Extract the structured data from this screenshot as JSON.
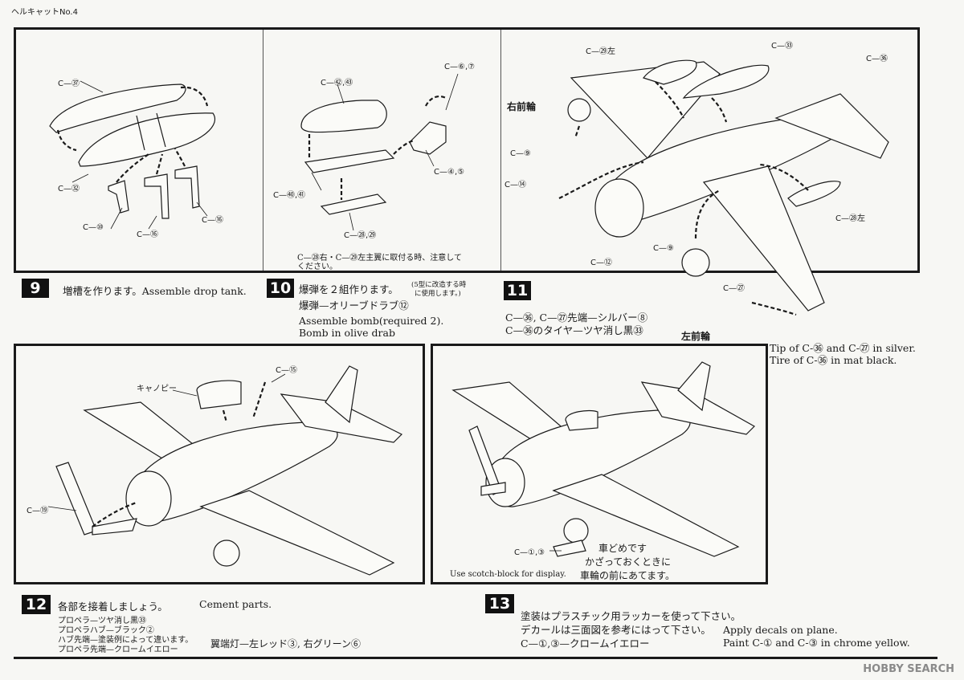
{
  "header": {
    "label": "ヘルキャットNo.4"
  },
  "step9": {
    "number": "9",
    "text": "増槽を作ります。Assemble drop tank.",
    "labels": [
      "C—㊲",
      "C—㉜",
      "C—⑩",
      "C—⑯",
      "C—⑯"
    ]
  },
  "step10": {
    "number": "10",
    "line1": "爆弾を２組作ります。",
    "note": [
      "(5型に改造する時",
      "に使用します。)"
    ],
    "line2": "爆弾—オリーブドラブ⑫",
    "line3": "Assemble bomb(required 2).",
    "line4": "Bomb in olive drab",
    "labels": [
      "C—㊷,㊸",
      "C—⑥,⑦",
      "C—④,⑤",
      "C—㊵,㊶",
      "C—㉘,㉙"
    ],
    "caution": [
      "C—㉘右・C—㉙左主翼に取付る時、注意して",
      "ください。"
    ]
  },
  "step11": {
    "number": "11",
    "line1": "C—㊱, C—㉗先端—シルバー⑧",
    "line2": "C—㊱のタイヤ—ツヤ消し黒㉝",
    "eng1": "Tip of C-㊱ and C-㉗ in silver.",
    "eng2": "Tire of C-㊱ in mat black.",
    "labels": [
      "C—㉙左",
      "C—㉝",
      "C—㊱",
      "右前輪",
      "C—⑨",
      "C—⑭",
      "C—㉘左",
      "C—⑨",
      "C—⑫",
      "C—㉗",
      "左前輪"
    ]
  },
  "step12": {
    "number": "12",
    "line1": "各部を接着しましょう。",
    "eng": "Cement parts.",
    "notes": [
      "プロペラ—ツヤ消し黒㉝",
      "プロペラハブ—ブラック②",
      "ハブ先端—塗装例によって違います。",
      "プロペラ先端—クロームイエロー"
    ],
    "wingtip": "翼端灯—左レッド③, 右グリーン⑥",
    "labels": [
      "キャノピー",
      "C—⑮",
      "C—⑲"
    ]
  },
  "step13": {
    "number": "13",
    "line1": "塗装はプラスチック用ラッカーを使って下さい。",
    "line2": "デカールは三面図を参考にはって下さい。",
    "line3": "C—①,③—クロームイエロー",
    "eng1": "Apply decals on plane.",
    "eng2": "Paint C-① and C-③ in chrome yellow.",
    "labels": [
      "C—①,③"
    ],
    "chock_jp": [
      "車どめです",
      "かざっておくときに",
      "車輪の前にあてます。"
    ],
    "chock_en": "Use scotch-block for display."
  },
  "watermark": "HOBBY SEARCH"
}
